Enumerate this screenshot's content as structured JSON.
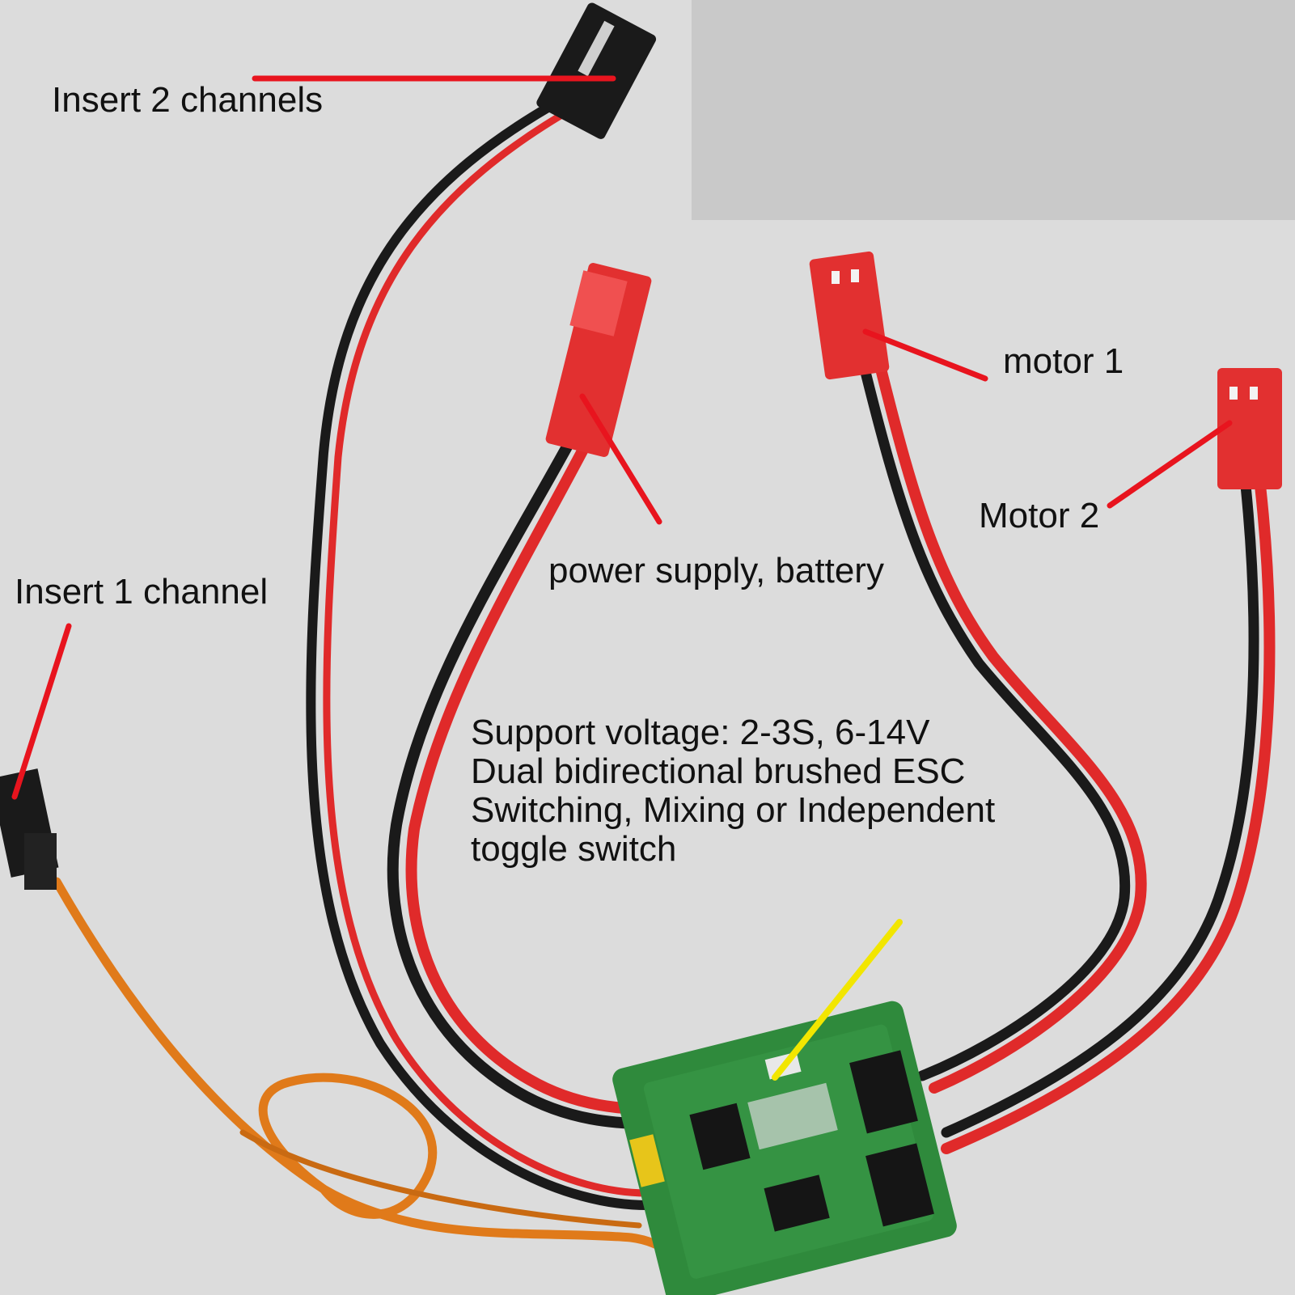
{
  "labels": {
    "insert_2_channels": "Insert 2 channels",
    "insert_1_channel": "Insert 1 channel",
    "motor_1": "motor 1",
    "motor_2": "Motor 2",
    "power_supply": "power supply, battery"
  },
  "specs": [
    "Support voltage: 2-3S, 6-14V",
    "Dual bidirectional brushed ESC",
    "Switching, Mixing or Independent",
    "toggle switch"
  ],
  "colors": {
    "background": "#dcdcdc",
    "callout_line": "#e8141e",
    "switch_callout_line": "#f2e600",
    "wire_red": "#e02a2a",
    "wire_black": "#1a1a1a",
    "wire_orange": "#e07a1a",
    "connector_red": "#e23030",
    "pcb_green": "#2f8a3c"
  }
}
